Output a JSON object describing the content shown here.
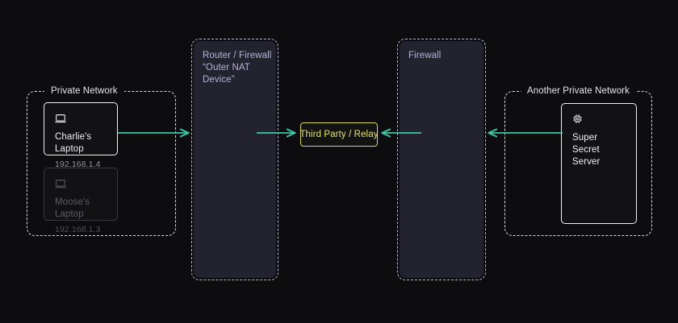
{
  "diagram": {
    "background_color": "#0d0d0f",
    "accent_arrow_color": "#3cc8a8",
    "relay_color": "#d9d765",
    "panel_color": "#232330"
  },
  "private_network": {
    "label": "Private Network",
    "nodes": [
      {
        "icon": "laptop-icon",
        "title": "Charlie's Laptop",
        "address": "192.168.1.4",
        "state": "active"
      },
      {
        "icon": "laptop-icon",
        "title": "Moose's Laptop",
        "address": "192.168.1.3",
        "state": "dimmed"
      }
    ]
  },
  "router_panel": {
    "title": "Router / Firewall\n“Outer NAT Device”"
  },
  "relay": {
    "label": "Third Party / Relay"
  },
  "firewall_panel": {
    "title": "Firewall"
  },
  "another_private_network": {
    "label": "Another Private Network",
    "nodes": [
      {
        "icon": "server-chip-icon",
        "title": "Super Secret Server",
        "state": "active"
      }
    ]
  },
  "connections": [
    {
      "name": "laptop-to-router",
      "direction": "right"
    },
    {
      "name": "router-to-relay",
      "direction": "right"
    },
    {
      "name": "firewall-to-relay",
      "direction": "left"
    },
    {
      "name": "server-to-firewall",
      "direction": "left"
    }
  ]
}
